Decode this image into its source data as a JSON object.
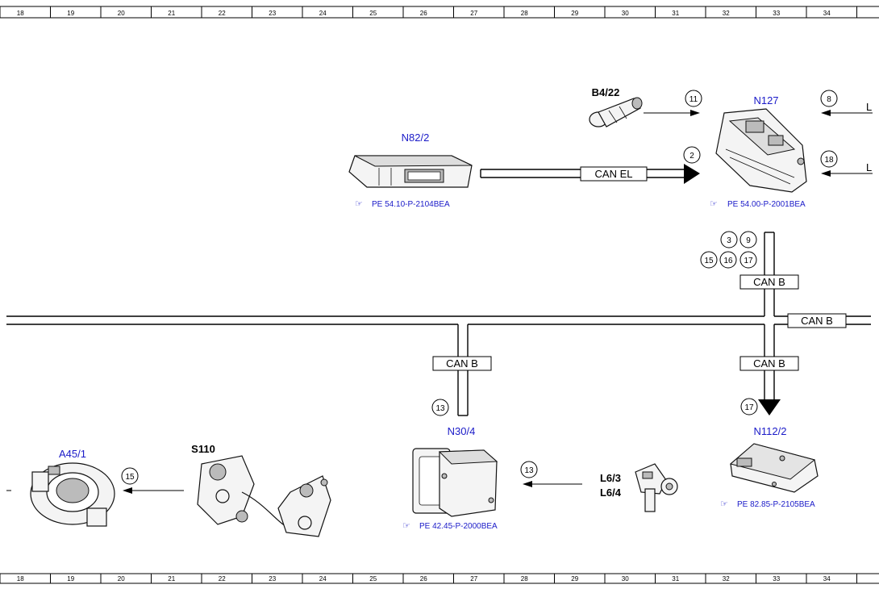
{
  "ruler": {
    "numbers": [
      "18",
      "19",
      "20",
      "21",
      "22",
      "23",
      "24",
      "25",
      "26",
      "27",
      "28",
      "29",
      "30",
      "31",
      "32",
      "33",
      "34"
    ]
  },
  "components": {
    "n82_2": {
      "label": "N82/2",
      "ref": "PE 54.10-P-2104BEA"
    },
    "b4_22": {
      "label": "B4/22"
    },
    "n127": {
      "label": "N127",
      "ref": "PE 54.00-P-2001BEA"
    },
    "n30_4": {
      "label": "N30/4",
      "ref": "PE 42.45-P-2000BEA"
    },
    "n112_2": {
      "label": "N112/2",
      "ref": "PE 82.85-P-2105BEA"
    },
    "a45_1": {
      "label": "A45/1"
    },
    "s110": {
      "label": "S110"
    },
    "l6": {
      "label1": "L6/3",
      "label2": "L6/4"
    }
  },
  "bus": {
    "can_el": "CAN EL",
    "can_b_top": "CAN B",
    "can_b_right": "CAN B",
    "can_b_mid": "CAN B",
    "can_b_left": "CAN B"
  },
  "markers": {
    "m11": "11",
    "m2": "2",
    "m8": "8",
    "m18": "18",
    "m3": "3",
    "m9": "9",
    "m15a": "15",
    "m16": "16",
    "m17a": "17",
    "m13a": "13",
    "m17b": "17",
    "m13b": "13",
    "m15b": "15"
  },
  "edge_letters": {
    "top": "L",
    "bottom": "L"
  },
  "colors": {
    "label_blue": "#1a1ac8"
  }
}
